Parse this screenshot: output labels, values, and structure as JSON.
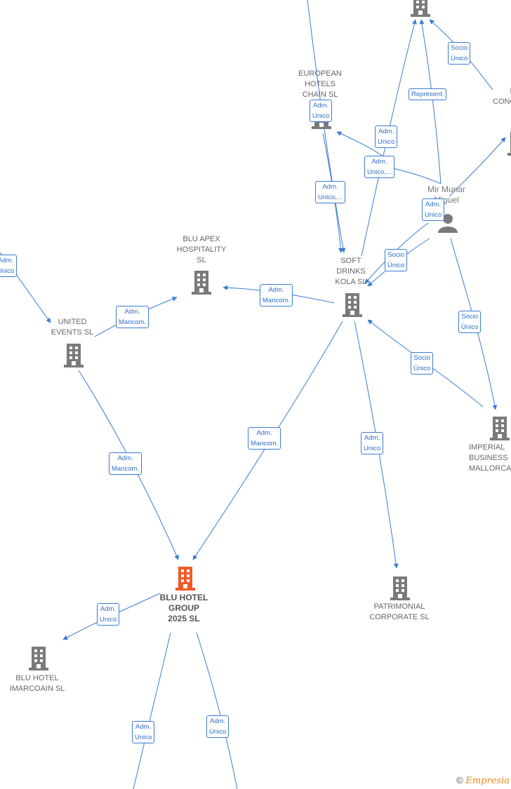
{
  "nodes": {
    "european_hotels": "EUROPEAN\nHOTELS\nCHAIN  SL",
    "blu_apex": "BLU APEX\nHOSPITALITY\nSL",
    "soft_drinks": "SOFT\nDRINKS\nKOLA  SL",
    "united_events": "UNITED\nEVENTS  SL",
    "mir_munar": "Mir Munar\nMiguel",
    "imperial": "IMPERIAL\nBUSINESS\nMALLORCA",
    "patrimonial": "PATRIMONIAL\nCORPORATE  SL",
    "blu_hotel_group": "BLU HOTEL\nGROUP\n2025  SL",
    "blu_hotel_imarcoain": "BLU HOTEL\nIMARCOAIN  SL",
    "conc_partial": "D\nCONC"
  },
  "edges": {
    "socio_unico_top": "Socio\nÚnico",
    "represent": "Represent.",
    "adm_unico_eu": "Adm.\nUnico",
    "adm_unico_mid": "Adm.\nUnico",
    "adm_unico_dots_1": "Adm.\nUnico,...",
    "adm_unico_dots_2": "Adm.\nUnico,...",
    "adm_unico_mir": "Adm.\nUnico",
    "socio_unico_mir": "Socio\nÚnico",
    "adm_unico_left": "Adm.\nUnico",
    "adm_mancom_apex": "Adm.\nMancom.",
    "adm_mancom_united": "Adm.\nMancom.",
    "socio_unico_imperial": "Socio\nÚnico",
    "socio_unico_kola": "Socio\nÚnico",
    "adm_mancom_kola_blu": "Adm.\nMancom.",
    "adm_unico_patrimonial": "Adm.\nUnico",
    "adm_mancom_united_blu": "Adm.\nMancom.",
    "adm_unico_imarcoain": "Adm.\nUnico",
    "adm_unico_bottom_1": "Adm.\nUnico",
    "adm_unico_bottom_2": "Adm.\nUnico"
  },
  "footer": {
    "copyright": "©",
    "brand": "Empresia"
  },
  "colors": {
    "edge": "#3a7bd5",
    "building": "#7a7a7a",
    "highlight": "#f05a28"
  }
}
